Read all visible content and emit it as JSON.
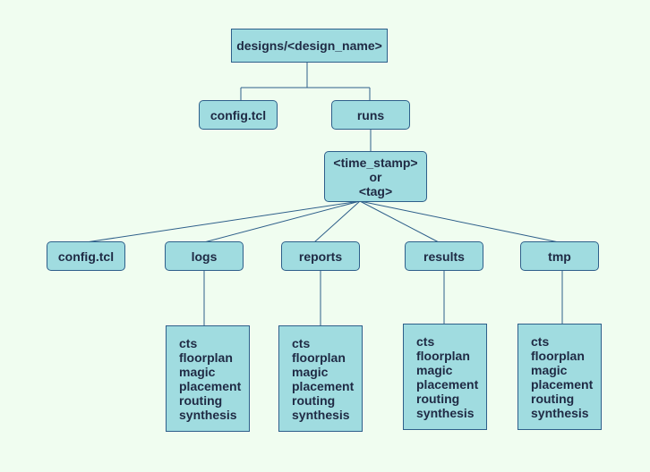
{
  "root": {
    "label": "designs/<design_name>"
  },
  "top_config": {
    "label": "config.tcl"
  },
  "runs": {
    "label": "runs"
  },
  "run_dir": {
    "lines": [
      "<time_stamp>",
      "or",
      "<tag>"
    ]
  },
  "children": {
    "config": {
      "label": "config.tcl"
    },
    "logs": {
      "label": "logs"
    },
    "reports": {
      "label": "reports"
    },
    "results": {
      "label": "results"
    },
    "tmp": {
      "label": "tmp"
    }
  },
  "stage_lists": {
    "logs": [
      "cts",
      "floorplan",
      "magic",
      "placement",
      "routing",
      "synthesis"
    ],
    "reports": [
      "cts",
      "floorplan",
      "magic",
      "placement",
      "routing",
      "synthesis"
    ],
    "results": [
      "cts",
      "floorplan",
      "magic",
      "placement",
      "routing",
      "synthesis"
    ],
    "tmp": [
      "cts",
      "floorplan",
      "magic",
      "placement",
      "routing",
      "synthesis"
    ]
  },
  "colors": {
    "background": "#f0fdf0",
    "node_fill": "#a0dce0",
    "node_border": "#2e5f8a",
    "text": "#1f2a44",
    "line": "#2e5f8a"
  }
}
